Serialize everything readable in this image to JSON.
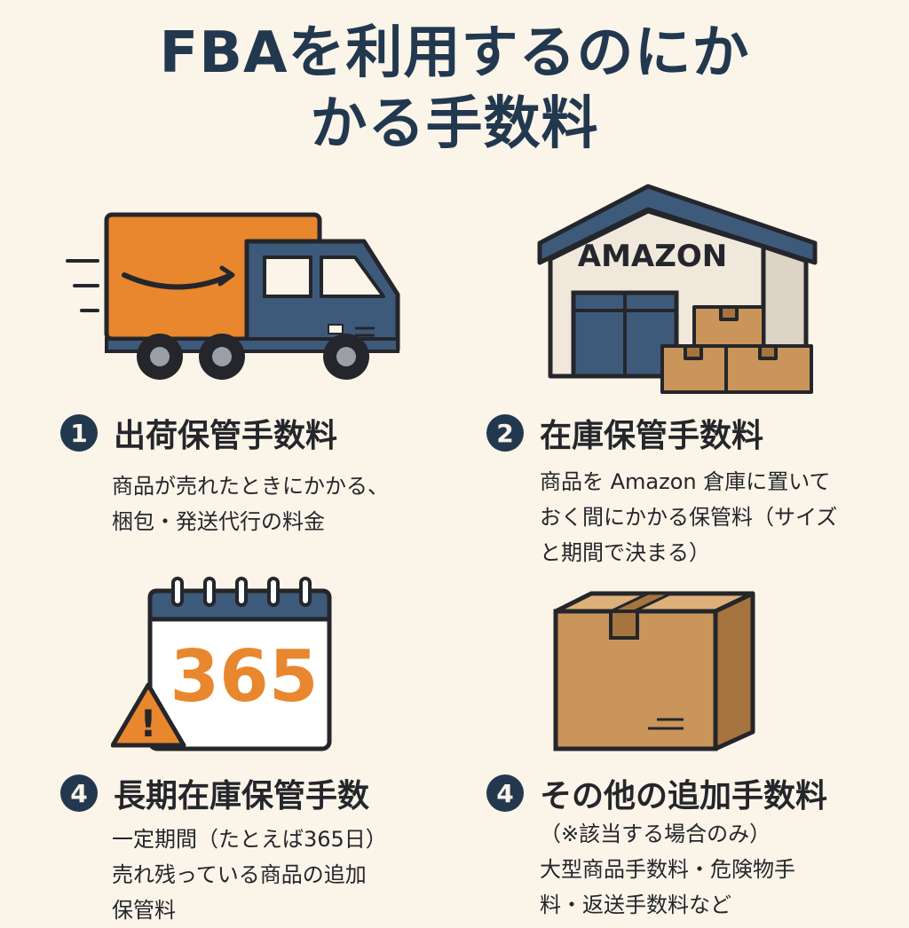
{
  "title": {
    "line1": "FBAを利用するのにか",
    "line2": "かる手数料"
  },
  "colors": {
    "background": "#fbf4e8",
    "navy": "#22384f",
    "orange": "#e8872e",
    "cardboard": "#c9955a"
  },
  "sections": [
    {
      "number": "1",
      "icon": "delivery-truck-icon",
      "heading": "出荷保管手数料",
      "lines": [
        "商品が売れたときにかかる、",
        "梱包・発送代行の料金"
      ]
    },
    {
      "number": "2",
      "icon": "warehouse-icon",
      "sign_text": "AMAZON",
      "heading": "在庫保管手数料",
      "lines": [
        "商品を Amazon 倉庫に置いて",
        "おく間にかかる保管料（サイズ",
        "と期間で決まる）"
      ]
    },
    {
      "number": "4",
      "icon": "calendar-icon",
      "calendar_text": "365",
      "warning_mark": "!",
      "heading": "長期在庫保管手数",
      "lines": [
        "一定期間（たとえば365日）",
        "売れ残っている商品の追加",
        "保管料"
      ]
    },
    {
      "number": "4",
      "icon": "cardboard-box-icon",
      "heading": "その他の追加手数料",
      "lines": [
        "（※該当する場合のみ）",
        "大型商品手数料・危険物手",
        "料・返送手数料など"
      ]
    }
  ]
}
